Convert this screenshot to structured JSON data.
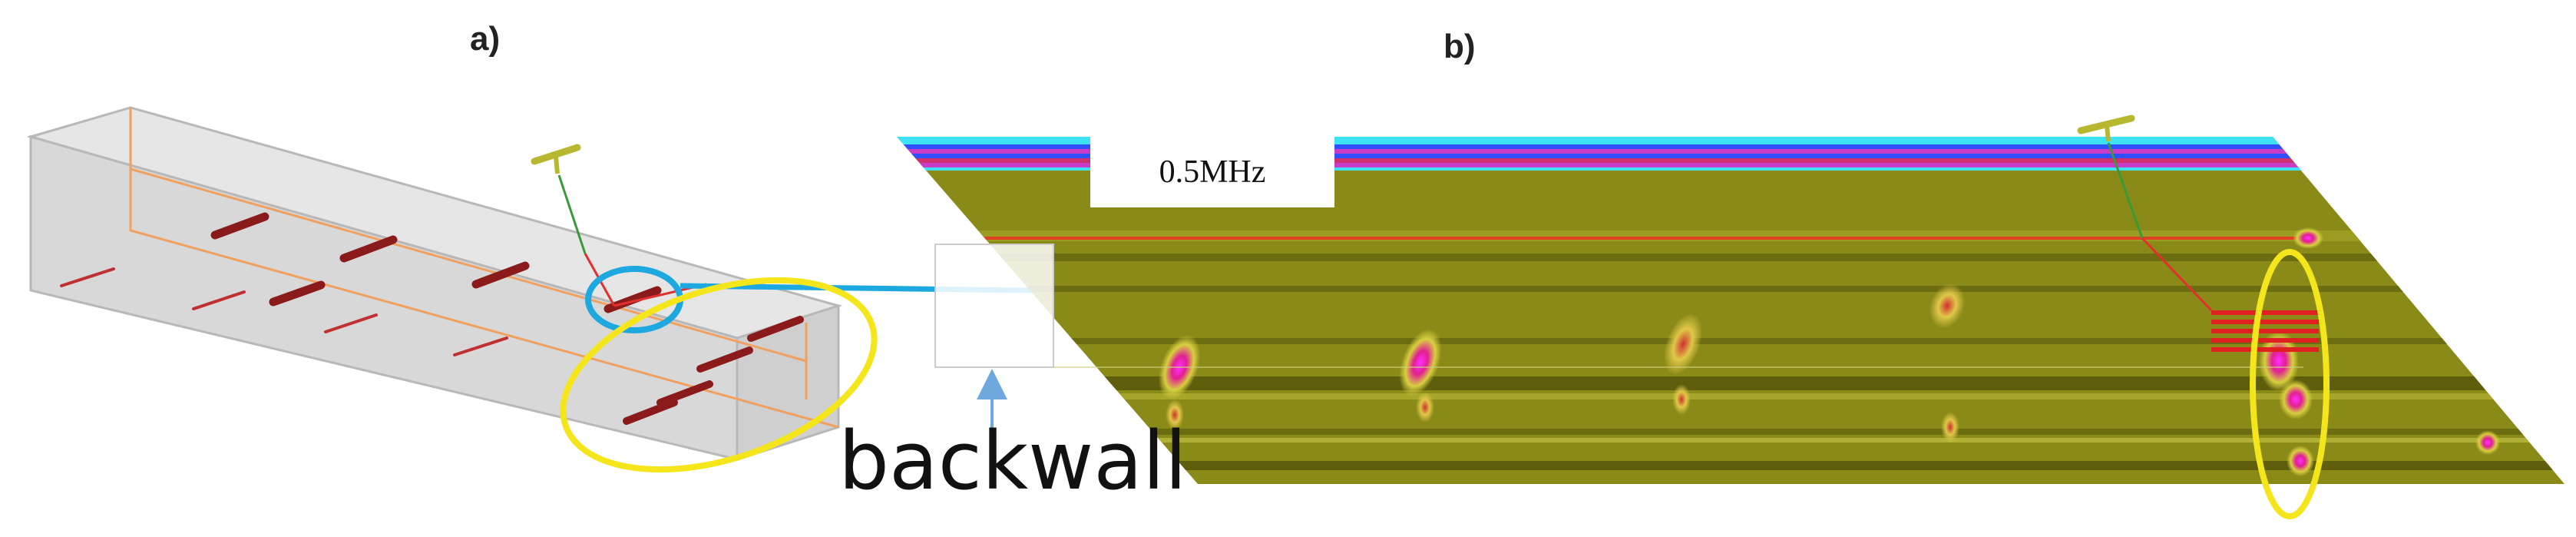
{
  "panels": {
    "a_label": "a)",
    "b_label": "b)"
  },
  "frequency_label": "0.5MHz",
  "backwall_label": "backwall",
  "colors": {
    "block_fill": "#dcdcdc",
    "block_edge": "#b8b8b8",
    "orange_edge": "#f0a060",
    "defect": "#8b1a1a",
    "highlight_blue": "#1ea8e0",
    "highlight_yellow": "#f5e61c",
    "scan_bg": "#8a8a18",
    "scan_band_dark": "#5e5e0c",
    "top_cyan": "#3fe2f2",
    "top_magenta": "#c83cc8",
    "top_blue": "#3050ff",
    "hot_magenta": "#e020c0",
    "hot_red": "#d02020",
    "probe_yellow": "#b8b830",
    "probe_green": "#3a9a3a"
  },
  "icons": {
    "probe": "transducer-probe-icon"
  }
}
